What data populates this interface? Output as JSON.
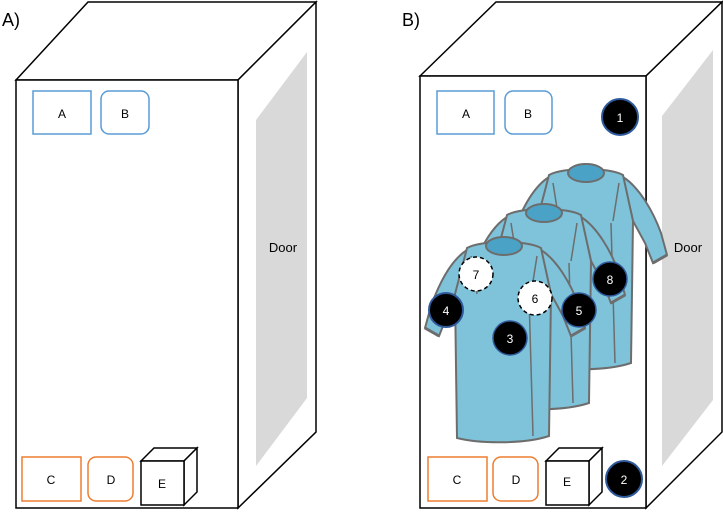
{
  "panels": [
    {
      "label": "A)",
      "door_label": "Door",
      "boxes": {
        "A": "A",
        "B": "B",
        "C": "C",
        "D": "D",
        "E": "E"
      }
    },
    {
      "label": "B)",
      "door_label": "Door",
      "boxes": {
        "A": "A",
        "B": "B",
        "C": "C",
        "D": "D",
        "E": "E"
      },
      "markers": [
        {
          "id": "1",
          "style": "filled"
        },
        {
          "id": "2",
          "style": "filled"
        },
        {
          "id": "3",
          "style": "filled"
        },
        {
          "id": "4",
          "style": "filled"
        },
        {
          "id": "5",
          "style": "filled"
        },
        {
          "id": "6",
          "style": "dashed"
        },
        {
          "id": "7",
          "style": "dashed"
        },
        {
          "id": "8",
          "style": "filled"
        }
      ]
    }
  ],
  "colors": {
    "outline": "#000000",
    "blue_box": "#5b9bd5",
    "orange_box": "#ed7d31",
    "door_fill": "#d9d9d9",
    "gown_fill": "#7ec3da",
    "gown_collar": "#4aa3c6",
    "gown_outline": "#6d6d6d",
    "marker_fill": "#000000",
    "marker_ring": "#2e5a9c"
  }
}
